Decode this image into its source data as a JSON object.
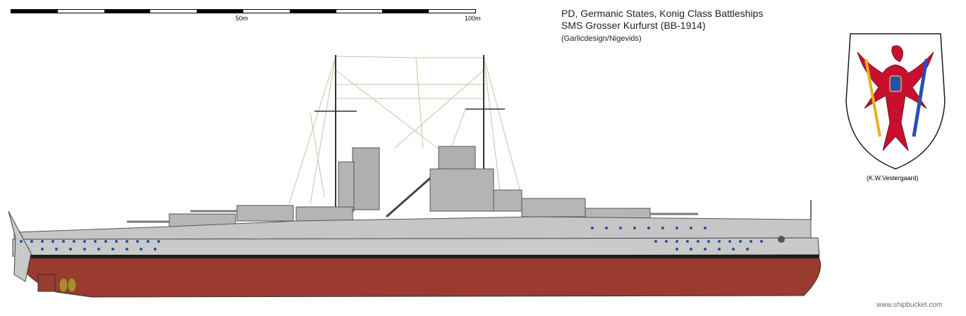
{
  "scale": {
    "label_mid": "50m",
    "label_end": "100m"
  },
  "title": {
    "line1": "PD, Germanic States, Konig Class Battleships",
    "line2": "SMS Grosser Kurfurst (BB-1914)",
    "credit": "(Garlicdesign/Nigevids)"
  },
  "arms": {
    "credit": "(K.W.Vestergaard)",
    "colors": {
      "eagle": "#c8102e",
      "gold": "#e3b31c",
      "shield_bg": "#ffffff",
      "scepter_blue": "#2a4fb3"
    }
  },
  "ship": {
    "colors": {
      "hull_grey": "#c9c9c9",
      "hull_lower": "#9b3a2e",
      "boot_stripe": "#1a1a1a",
      "superstructure": "#b4b4b4",
      "porthole": "#2a4ea3"
    }
  },
  "watermark": "www.shipbucket.com"
}
